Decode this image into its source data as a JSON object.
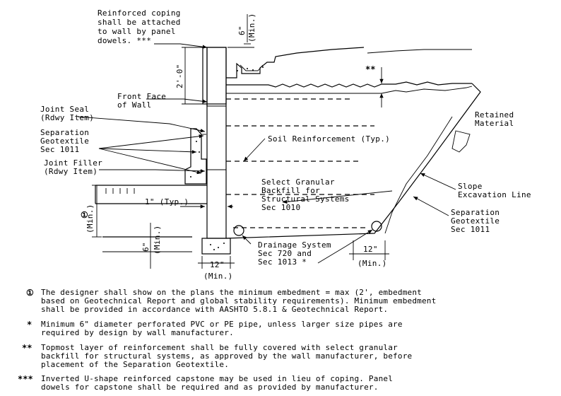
{
  "labels": {
    "coping": [
      "Reinforced coping",
      "shall be attached",
      "to wall by panel",
      "dowels. ***"
    ],
    "coping_dim": "6\"",
    "coping_dim_min": "(Min.)",
    "height_dim": "2'-0\"",
    "front_face": [
      "Front Face",
      "of Wall"
    ],
    "joint_seal": [
      "Joint Seal",
      "(Rdwy Item)"
    ],
    "sep_geo_left": [
      "Separation",
      "Geotextile",
      "Sec 1011"
    ],
    "joint_filler": [
      "Joint Filler",
      "(Rdwy Item)"
    ],
    "soil_reinf": "Soil Reinforcement (Typ.)",
    "select_granular": [
      "Select Granular",
      "Backfill for",
      "Structural Systems",
      "Sec 1010"
    ],
    "one_inch": "1\" (Typ.)",
    "embed_symbol": "①",
    "embed_min": "(Min.)",
    "six_inch": "6\"",
    "six_inch_min": "(Min.)",
    "retained": [
      "Retained",
      "Material"
    ],
    "slope": [
      "Slope",
      "Excavation Line"
    ],
    "sep_geo_right": [
      "Separation",
      "Geotextile",
      "Sec 1011"
    ],
    "double_star": "**",
    "drainage": [
      "Drainage System",
      "Sec 720 and",
      "Sec 1013 *"
    ],
    "twelve_right": "12\"",
    "twelve_right_min": "(Min.)",
    "twelve_bottom": "12\"",
    "twelve_bottom_min": "(Min.)"
  },
  "notes": [
    {
      "symbol": "①",
      "lines": [
        "The designer shall show on the plans the minimum embedment = max (2', embedment",
        "based on Geotechnical Report and global stability requirements).  Minimum embedment",
        "shall be provided in accordance with AASHTO 5.8.1 & Geotechnical Report."
      ]
    },
    {
      "symbol": "*",
      "lines": [
        "Minimum 6\" diameter perforated PVC or PE pipe, unless larger size pipes are",
        "required by design by wall manufacturer."
      ]
    },
    {
      "symbol": "**",
      "lines": [
        "Topmost layer of reinforcement shall be fully covered with select granular",
        "backfill for structural systems, as approved by the wall manufacturer, before",
        "placement of the Separation Geotextile."
      ]
    },
    {
      "symbol": "***",
      "lines": [
        "Inverted U-shape reinforced capstone may be used in lieu of coping.  Panel",
        "dowels for capstone shall be required and as provided by manufacturer."
      ]
    }
  ]
}
